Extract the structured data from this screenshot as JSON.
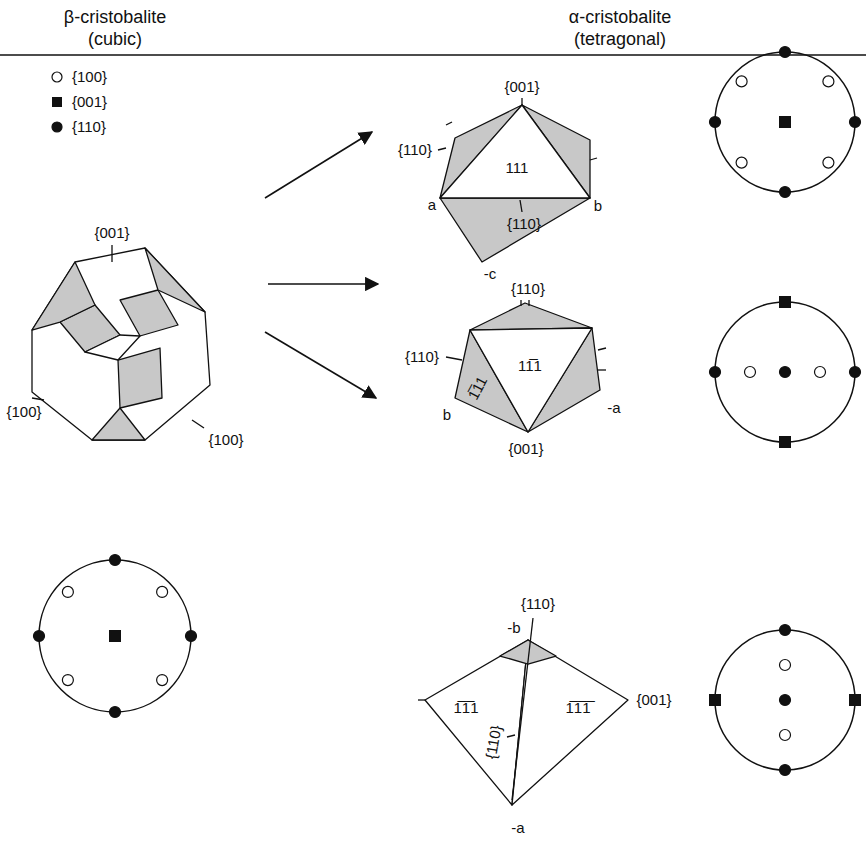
{
  "diagram": {
    "labels": [
      "β-cristobalite",
      "(cubic)",
      "α-cristobalite",
      "(tetragonal)",
      "{001}",
      "{100}",
      "{100}",
      "{001}",
      "{110}",
      "111",
      "a",
      "{110}",
      "b",
      "-c",
      "{110}",
      "{110}",
      "11̅1",
      "1̅11",
      "b",
      "-a",
      "{001}",
      "{110}",
      "-b",
      "1̅1̅1",
      "1̅1̅1̅",
      "{110}",
      "{001}",
      "-a"
    ],
    "legend": [
      {
        "text": "{100}"
      },
      {
        "text": "{001}"
      },
      {
        "text": "{110}"
      }
    ]
  }
}
